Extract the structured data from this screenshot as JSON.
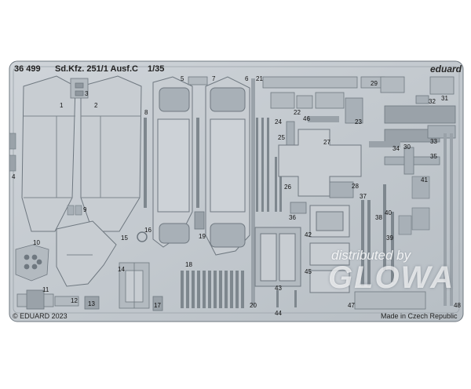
{
  "sheet": {
    "code": "36 499",
    "title": "Sd.Kfz. 251/1 Ausf.C",
    "scale": "1/35",
    "brand": "eduard",
    "copyright": "© EDUARD 2023",
    "origin": "Made in Czech Republic"
  },
  "watermark": {
    "line1": "distributed by",
    "line2": "GLOWA"
  },
  "colors": {
    "metal": "#c3c9ce",
    "metal_dark": "#8b939a",
    "frame_edge": "#6f7880"
  },
  "part_numbers": [
    "1",
    "2",
    "3",
    "4",
    "5",
    "6",
    "7",
    "8",
    "9",
    "10",
    "11",
    "12",
    "13",
    "14",
    "15",
    "16",
    "17",
    "18",
    "19",
    "20",
    "21",
    "22",
    "23",
    "24",
    "25",
    "26",
    "27",
    "28",
    "29",
    "30",
    "31",
    "32",
    "33",
    "34",
    "35",
    "36",
    "37",
    "38",
    "39",
    "40",
    "41",
    "42",
    "43",
    "44",
    "45",
    "46",
    "47",
    "48"
  ]
}
